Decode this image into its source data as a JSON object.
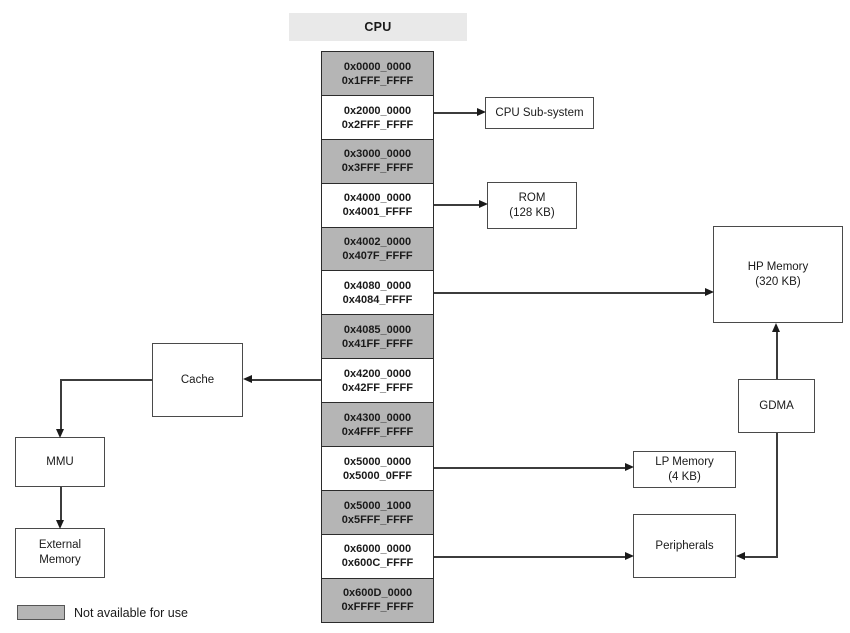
{
  "header": {
    "title": "CPU"
  },
  "memory_map": {
    "rows": [
      {
        "start": "0x0000_0000",
        "end": "0x1FFF_FFFF",
        "available": false
      },
      {
        "start": "0x2000_0000",
        "end": "0x2FFF_FFFF",
        "available": true
      },
      {
        "start": "0x3000_0000",
        "end": "0x3FFF_FFFF",
        "available": false
      },
      {
        "start": "0x4000_0000",
        "end": "0x4001_FFFF",
        "available": true
      },
      {
        "start": "0x4002_0000",
        "end": "0x407F_FFFF",
        "available": false
      },
      {
        "start": "0x4080_0000",
        "end": "0x4084_FFFF",
        "available": true
      },
      {
        "start": "0x4085_0000",
        "end": "0x41FF_FFFF",
        "available": false
      },
      {
        "start": "0x4200_0000",
        "end": "0x42FF_FFFF",
        "available": true
      },
      {
        "start": "0x4300_0000",
        "end": "0x4FFF_FFFF",
        "available": false
      },
      {
        "start": "0x5000_0000",
        "end": "0x5000_0FFF",
        "available": true
      },
      {
        "start": "0x5000_1000",
        "end": "0x5FFF_FFFF",
        "available": false
      },
      {
        "start": "0x6000_0000",
        "end": "0x600C_FFFF",
        "available": true
      },
      {
        "start": "0x600D_0000",
        "end": "0xFFFF_FFFF",
        "available": false
      }
    ]
  },
  "blocks": {
    "cpu_subsystem": {
      "label": "CPU Sub-system"
    },
    "rom": {
      "label": "ROM\n(128 KB)"
    },
    "hp_memory": {
      "label": "HP Memory\n(320 KB)"
    },
    "gdma": {
      "label": "GDMA"
    },
    "lp_memory": {
      "label": "LP Memory\n(4 KB)"
    },
    "peripherals": {
      "label": "Peripherals"
    },
    "cache": {
      "label": "Cache"
    },
    "mmu": {
      "label": "MMU"
    },
    "external_memory": {
      "label": "External\nMemory"
    }
  },
  "connections": [
    {
      "from": "0x2000_0000-0x2FFF_FFFF",
      "to": "CPU Sub-system"
    },
    {
      "from": "0x4000_0000-0x4001_FFFF",
      "to": "ROM (128 KB)"
    },
    {
      "from": "0x4080_0000-0x4084_FFFF",
      "to": "HP Memory (320 KB)"
    },
    {
      "from": "0x4200_0000-0x42FF_FFFF",
      "to": "Cache"
    },
    {
      "from": "Cache",
      "to": "MMU"
    },
    {
      "from": "MMU",
      "to": "External Memory"
    },
    {
      "from": "0x5000_0000-0x5000_0FFF",
      "to": "LP Memory (4 KB)"
    },
    {
      "from": "0x6000_0000-0x600C_FFFF",
      "to": "Peripherals"
    },
    {
      "from": "GDMA",
      "to": "HP Memory (320 KB)"
    },
    {
      "from": "GDMA",
      "to": "Peripherals"
    }
  ],
  "legend": {
    "label": "Not available for use"
  },
  "colors": {
    "unavailable_fill": "#b5b5b5",
    "available_fill": "#ffffff",
    "header_fill": "#e9e9e9",
    "line": "#3c3c3c"
  }
}
